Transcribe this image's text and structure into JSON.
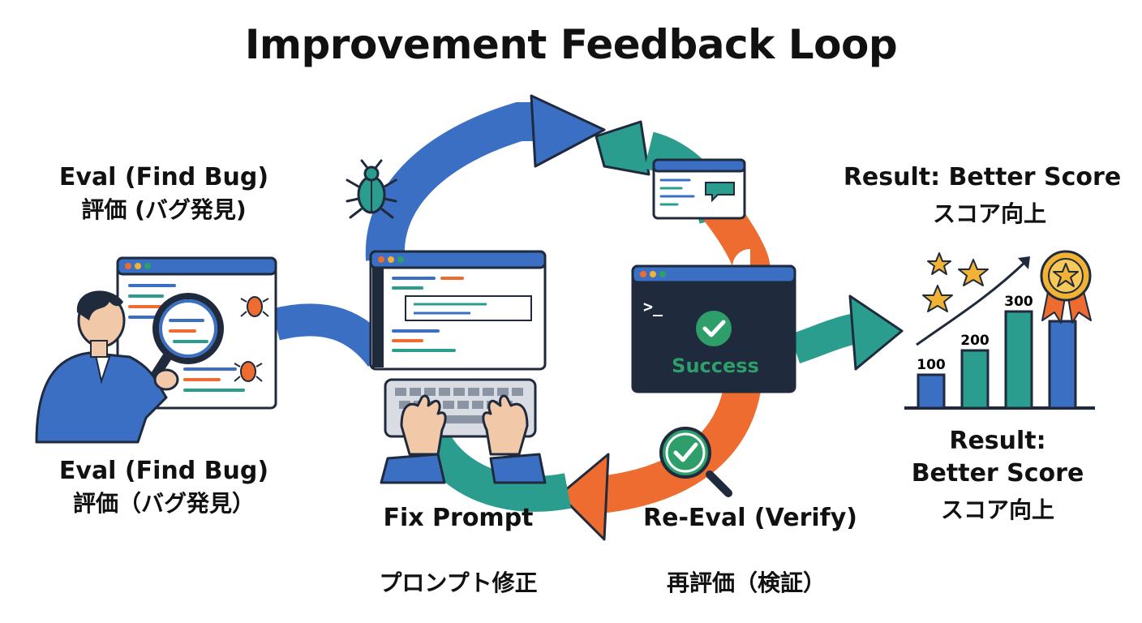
{
  "title": "Improvement Feedback Loop",
  "steps": {
    "eval": {
      "label_top": "Eval (Find Bug)",
      "label_top_jp": "評価 (バグ発見)",
      "label_bottom": "Eval (Find Bug)",
      "label_bottom_jp": "評価（バグ発見）"
    },
    "fix": {
      "label": "Fix Prompt",
      "label_jp": "プロンプト修正"
    },
    "reeval": {
      "label": "Re-Eval (Verify)",
      "label_jp": "再評価（検証）",
      "terminal_prompt": ">_",
      "status": "Success"
    },
    "result": {
      "label_top": "Result: Better Score",
      "label_top_jp": "スコア向上",
      "label_bottom_1": "Result:",
      "label_bottom_2": "Better Score",
      "label_bottom_jp": "スコア向上"
    }
  },
  "score_chart": {
    "bar_labels": [
      "100",
      "200",
      "300"
    ]
  },
  "colors": {
    "blue": "#3a6fc4",
    "teal": "#2a9d8f",
    "orange": "#ee6c2f",
    "navy": "#1f2a3d",
    "green": "#2e9e6a",
    "gold": "#f2b233"
  },
  "icons": [
    "bug-icon",
    "magnifier-icon",
    "keyboard-icon",
    "terminal-icon",
    "check-icon",
    "star-icon",
    "medal-icon",
    "person-icon"
  ]
}
